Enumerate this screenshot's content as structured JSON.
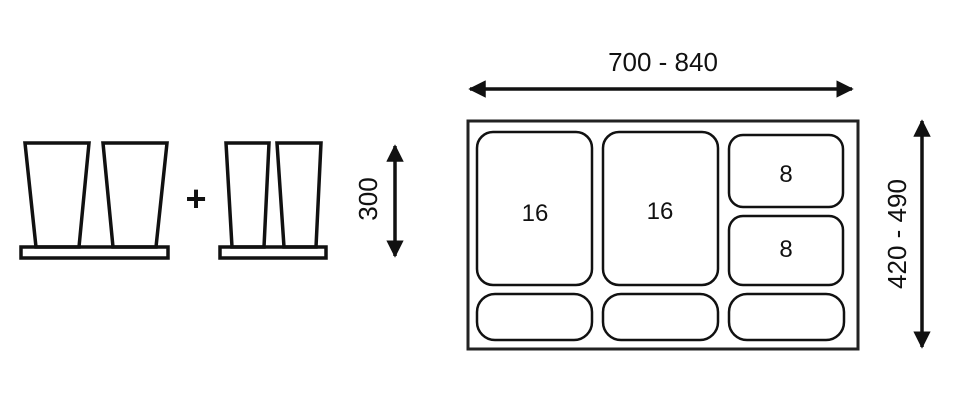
{
  "labels": {
    "plus": "+",
    "height": "300",
    "width": "700 - 840",
    "depth": "420 - 490"
  },
  "compartments": [
    {
      "label": "16"
    },
    {
      "label": "16"
    },
    {
      "label": "8"
    },
    {
      "label": "8"
    },
    {
      "label": ""
    },
    {
      "label": ""
    },
    {
      "label": ""
    }
  ],
  "colors": {
    "line": "#111111",
    "background": "#ffffff"
  }
}
